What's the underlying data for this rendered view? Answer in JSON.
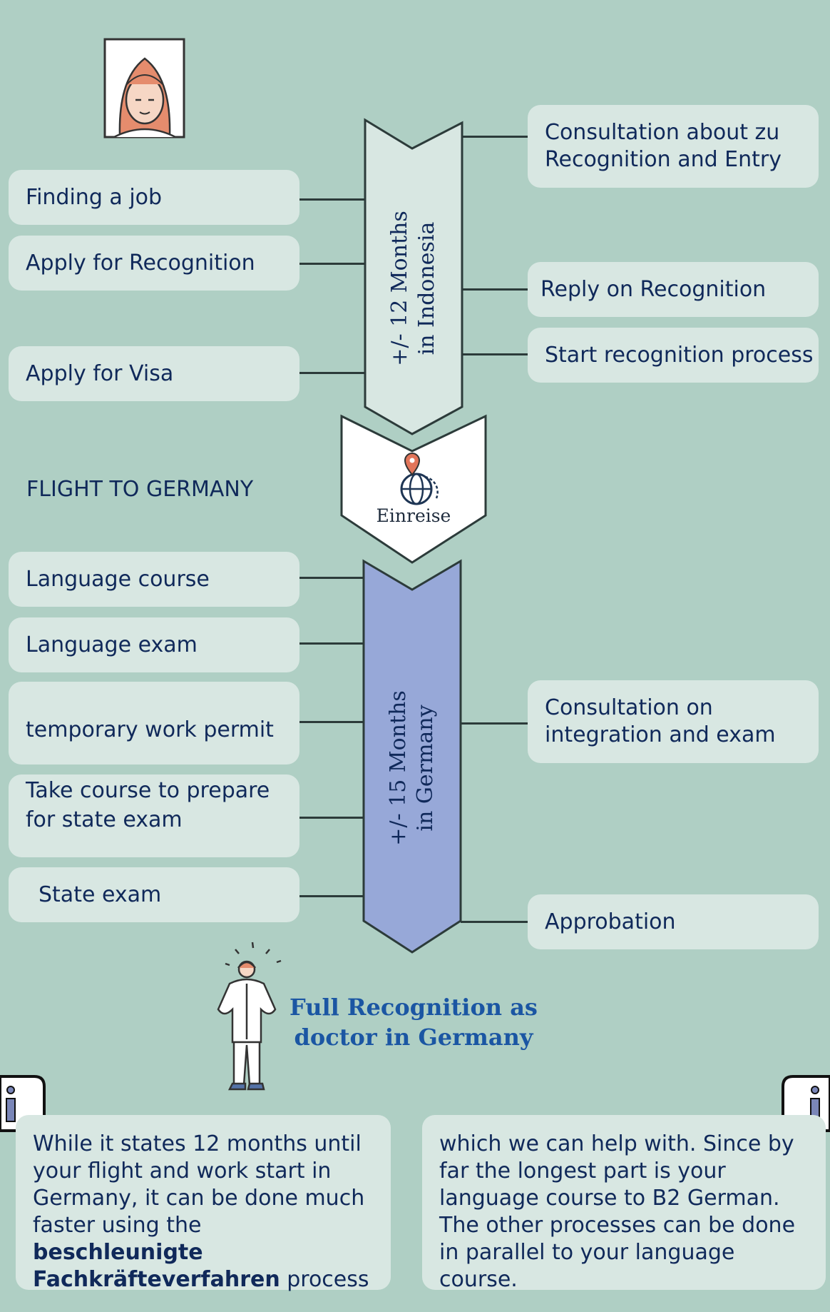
{
  "phase1": {
    "label_line1": "+/-  12 Months",
    "label_line2": "in Indonesia",
    "left_steps": [
      "Finding a job",
      "Apply for Recognition",
      "Apply for Visa"
    ],
    "right_steps": [
      "Consultation about zu Recognition and Entry",
      "Reply on Recognition",
      "Start recognition process"
    ]
  },
  "flight": {
    "label": "FLIGHT TO GERMANY",
    "badge_text": "Einreise"
  },
  "phase2": {
    "label_line1": "+/-  15 Months",
    "label_line2": "in Germany",
    "left_steps": [
      "Language course",
      "Language exam",
      "temporary work permit",
      "Take course to prepare for state exam",
      "State exam"
    ],
    "right_steps": [
      "Consultation on integration and exam",
      "Approbation"
    ]
  },
  "goal": {
    "title_line1": "Full Recognition as",
    "title_line2": "doctor in Germany"
  },
  "info_left": {
    "text_before": "While it states 12 months until your flight and work start in Germany, it can be done much faster using the ",
    "text_bold": "beschleunigte Fachkräfteverfahren",
    "text_after": "  process"
  },
  "info_right": {
    "text": "which we can help with. Since by far the longest part is your language course to B2 German. The other processes can be done in parallel to your language course."
  },
  "colors": {
    "background": "#afcfc4",
    "box": "#d8e7e2",
    "phase1_arrow": "#d8e7e2",
    "phase2_arrow": "#97a8d8",
    "title": "#1b56a3"
  }
}
